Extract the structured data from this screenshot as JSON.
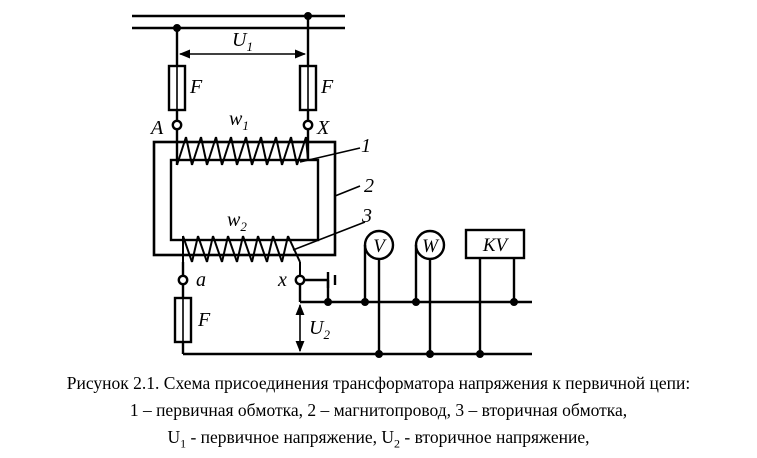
{
  "labels": {
    "u1_letter": "U",
    "u1_sub": "1",
    "fuse_left": "F",
    "fuse_right": "F",
    "fuse_bottom": "F",
    "terminal_A": "A",
    "terminal_X": "X",
    "terminal_a": "a",
    "terminal_x": "x",
    "w1_letter": "w",
    "w1_sub": "1",
    "w2_letter": "w",
    "w2_sub": "2",
    "ref_1": "1",
    "ref_2": "2",
    "ref_3": "3",
    "u2_letter": "U",
    "u2_sub": "2",
    "meter_v": "V",
    "meter_w": "W",
    "relay_kv": "KV"
  },
  "caption": {
    "line1": "Рисунок 2.1. Схема присоединения трансформатора напряжения к первичной цепи:",
    "line2": "1 – первичная обмотка, 2 – магнитопровод, 3 – вторичная обмотка,",
    "line3": {
      "u1": "U",
      "u1_sub": "1",
      "u1_text": " - первичное напряжение, ",
      "u2": "U",
      "u2_sub": "2",
      "u2_text": " - вторичное напряжение,"
    }
  }
}
